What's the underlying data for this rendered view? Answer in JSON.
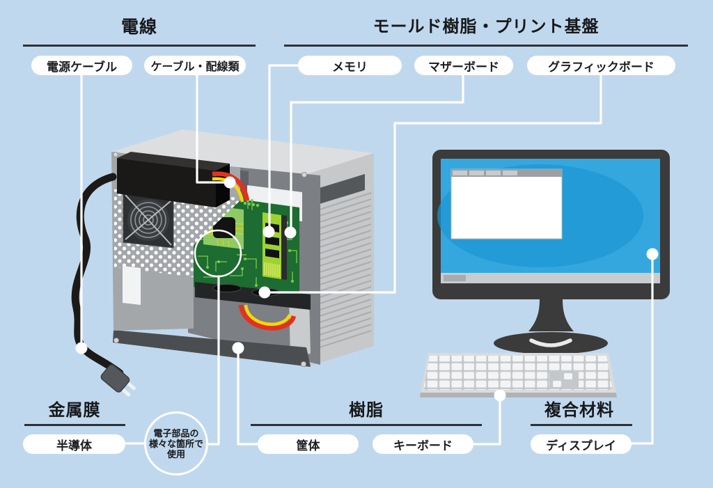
{
  "sections": {
    "densen": {
      "title": "電線",
      "labels": [
        "電源ケーブル",
        "ケーブル・配線類"
      ]
    },
    "mold": {
      "title": "モールド樹脂・プリント基盤",
      "labels": [
        "メモリ",
        "マザーボード",
        "グラフィックボード"
      ]
    },
    "kinzoku": {
      "title": "金属膜",
      "labels": [
        "半導体"
      ]
    },
    "jushi": {
      "title": "樹脂",
      "labels": [
        "筐体",
        "キーボード"
      ]
    },
    "fukugo": {
      "title": "複合材料",
      "labels": [
        "ディスプレイ"
      ]
    }
  },
  "note_circle": {
    "lines": [
      "電子部品の",
      "様々な箇所で",
      "使用"
    ]
  },
  "colors": {
    "background": "#c0d8ee",
    "label_background": "#ffffff",
    "connector_line": "#ffffff",
    "heading_text": "#17181a",
    "screen_blue": "#35a7df",
    "pcb_green": "#1d6c31",
    "cable_red": "#e53020",
    "cable_yellow": "#f7d800"
  }
}
